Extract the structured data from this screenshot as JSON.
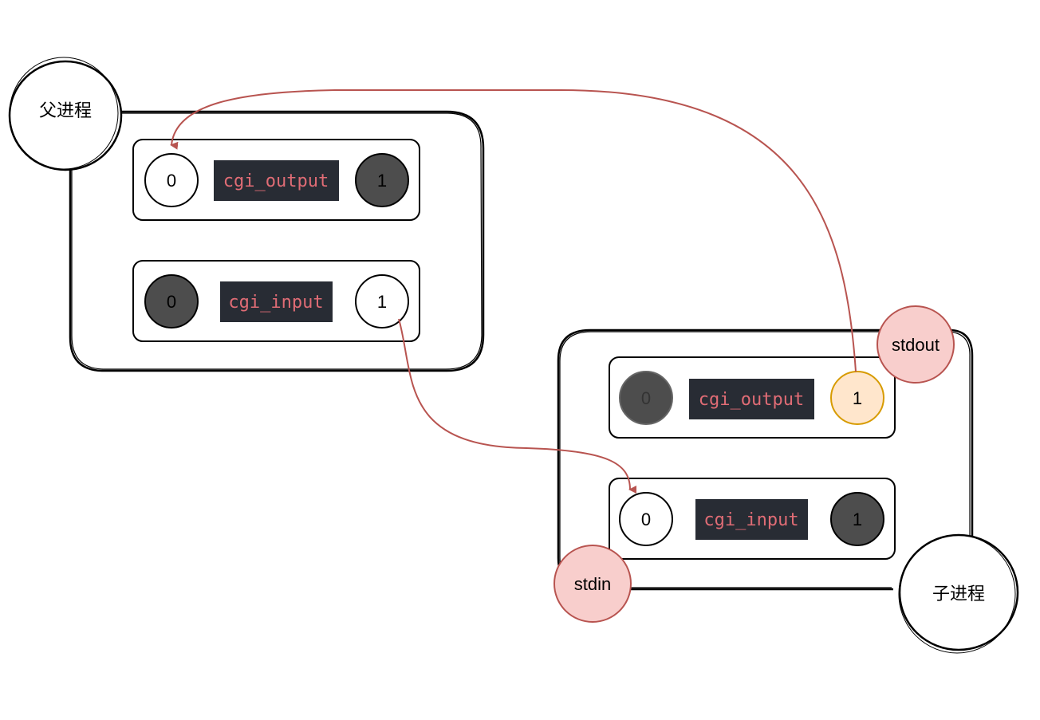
{
  "parent": {
    "label": "父进程",
    "pipes": [
      {
        "name": "cgi_output",
        "fd0": "0",
        "fd1": "1",
        "fd0_state": "open",
        "fd1_state": "closed"
      },
      {
        "name": "cgi_input",
        "fd0": "0",
        "fd1": "1",
        "fd0_state": "closed",
        "fd1_state": "open"
      }
    ]
  },
  "child": {
    "label": "子进程",
    "pipes": [
      {
        "name": "cgi_output",
        "fd0": "0",
        "fd1": "1",
        "fd0_state": "closed",
        "fd1_state": "redirected"
      },
      {
        "name": "cgi_input",
        "fd0": "0",
        "fd1": "1",
        "fd0_state": "open",
        "fd1_state": "closed"
      }
    ],
    "stdout": "stdout",
    "stdin": "stdin"
  },
  "colors": {
    "arrow": "#b85450",
    "code_bg": "#282c34",
    "code_text": "#e06c75",
    "closed_fd": "#4d4d4d",
    "redirect_fill": "#ffe6cc",
    "redirect_stroke": "#d79b00",
    "stream_fill": "#f8cecc"
  }
}
